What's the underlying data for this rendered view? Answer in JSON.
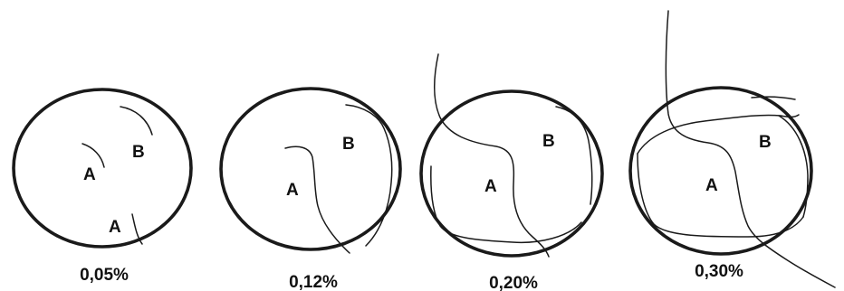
{
  "figure": {
    "panels": [
      {
        "caption": "0,05%",
        "labels": [
          "A",
          "B",
          "A"
        ]
      },
      {
        "caption": "0,12%",
        "labels": [
          "A",
          "B"
        ]
      },
      {
        "caption": "0,20%",
        "labels": [
          "A",
          "B"
        ]
      },
      {
        "caption": "0,30%",
        "labels": [
          "A",
          "B"
        ]
      }
    ]
  },
  "colors": {
    "line": "#1a1a1a",
    "text": "#111111",
    "background": "#ffffff"
  }
}
